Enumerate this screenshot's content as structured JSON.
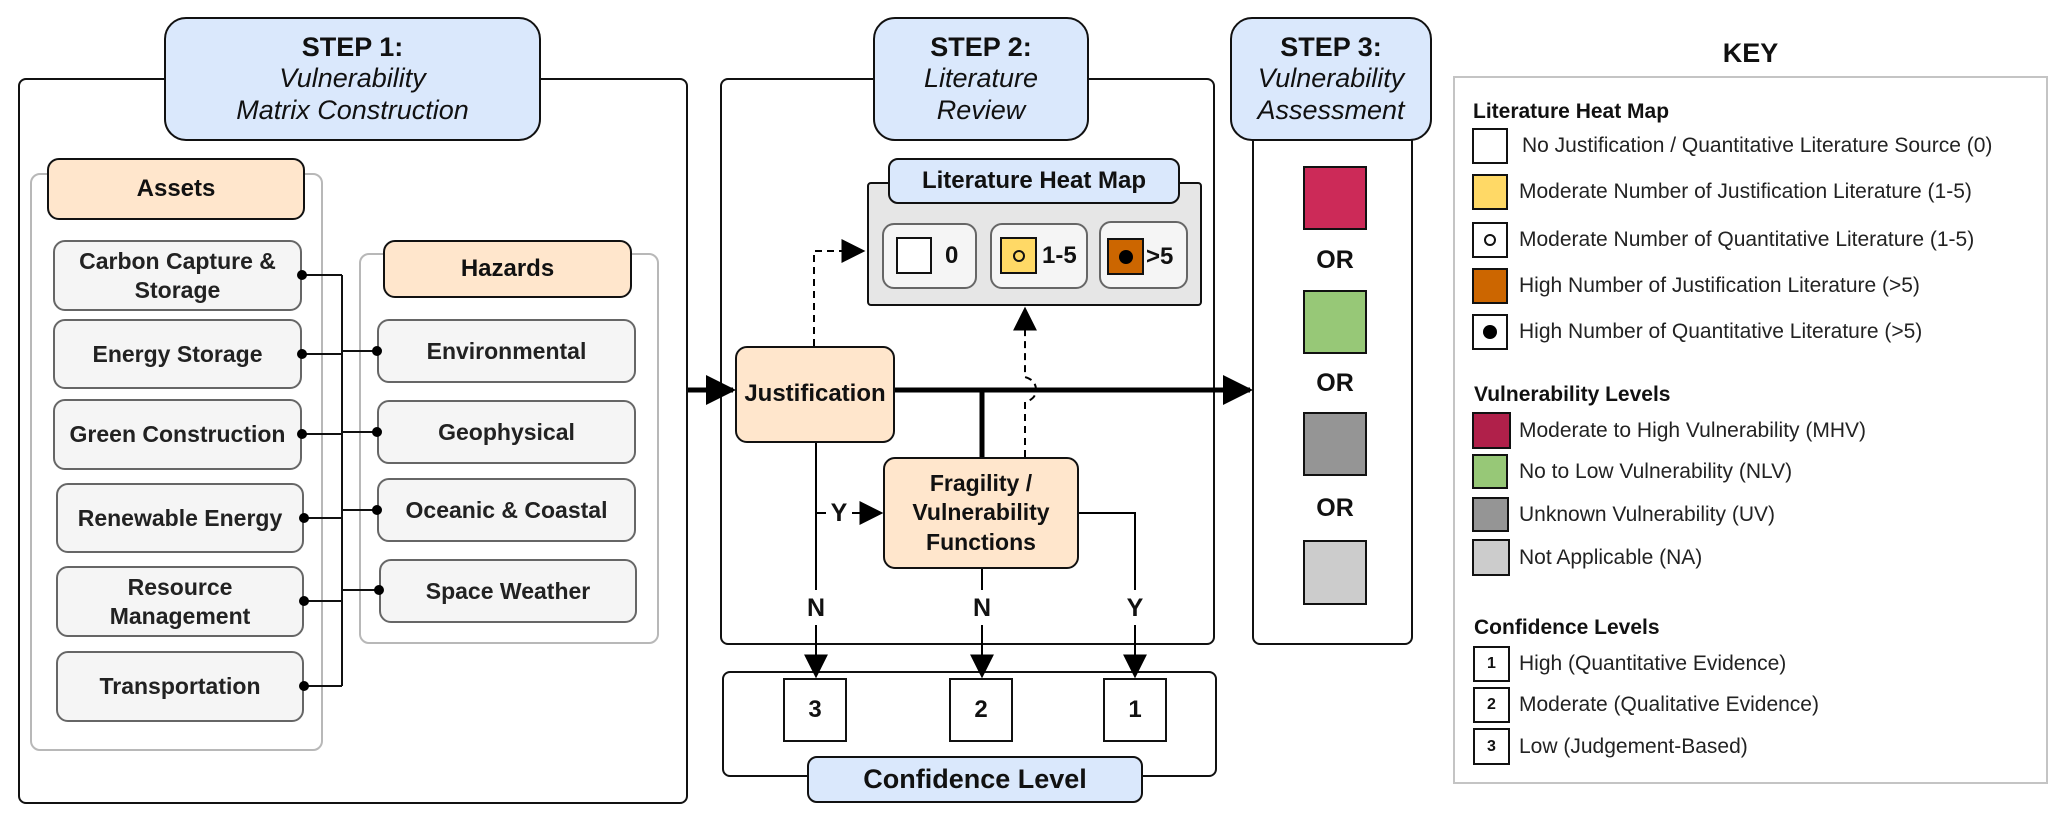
{
  "step1": {
    "number": "STEP 1:",
    "title_line1": "Vulnerability",
    "title_line2": "Matrix Construction",
    "assets": {
      "header": "Assets",
      "items": [
        "Carbon Capture & Storage",
        "Energy Storage",
        "Green Construction",
        "Renewable Energy",
        "Resource Management",
        "Transportation"
      ]
    },
    "hazards": {
      "header": "Hazards",
      "items": [
        "Environmental",
        "Geophysical",
        "Oceanic & Coastal",
        "Space Weather"
      ]
    }
  },
  "step2": {
    "number": "STEP 2:",
    "title_line1": "Literature",
    "title_line2": "Review",
    "heat_map": {
      "header": "Literature Heat Map",
      "cells": [
        {
          "label": "0",
          "fill": "#ffffff",
          "marker": "none"
        },
        {
          "label": "1-5",
          "fill": "#ffd966",
          "marker": "open-circle"
        },
        {
          "label": ">5",
          "fill": "#cc6600",
          "marker": "filled-circle"
        }
      ]
    },
    "justification": "Justification",
    "fragility_line1": "Fragility /",
    "fragility_line2": "Vulnerability",
    "fragility_line3": "Functions",
    "branch_labels": {
      "justification_yes": "Y",
      "justification_no": "N",
      "fragility_no": "N",
      "fragility_yes": "Y"
    }
  },
  "confidence": {
    "header": "Confidence Level",
    "boxes": [
      "3",
      "2",
      "1"
    ]
  },
  "step3": {
    "number": "STEP 3:",
    "title_line1": "Vulnerability",
    "title_line2": "Assessment",
    "outcomes": [
      {
        "code": "MHV",
        "color": "#cc2a58"
      },
      {
        "code": "NLV",
        "color": "#97c877"
      },
      {
        "code": "UV",
        "color": "#959595"
      },
      {
        "code": "NA",
        "color": "#cccccc"
      }
    ],
    "separator": "OR"
  },
  "key": {
    "title": "KEY",
    "heat_map": {
      "heading": "Literature Heat Map",
      "items": [
        {
          "text": "No Justification / Quantitative Literature Source (0)",
          "fill": "#ffffff",
          "marker": "none"
        },
        {
          "text": "Moderate Number of Justification Literature (1-5)",
          "fill": "#ffd966",
          "marker": "none"
        },
        {
          "text": "Moderate Number of Quantitative Literature (1-5)",
          "fill": "#ffffff",
          "marker": "open-circle"
        },
        {
          "text": "High Number of Justification Literature (>5)",
          "fill": "#cc6600",
          "marker": "none"
        },
        {
          "text": "High Number of Quantitative Literature (>5)",
          "fill": "#ffffff",
          "marker": "filled-circle"
        }
      ]
    },
    "vulnerability": {
      "heading": "Vulnerability Levels",
      "items": [
        {
          "text": "Moderate to High Vulnerability (MHV)",
          "fill": "#b0204a"
        },
        {
          "text": "No to Low Vulnerability (NLV)",
          "fill": "#97c877"
        },
        {
          "text": "Unknown Vulnerability (UV)",
          "fill": "#959595"
        },
        {
          "text": "Not Applicable (NA)",
          "fill": "#cccccc"
        }
      ]
    },
    "confidence": {
      "heading": "Confidence Levels",
      "items": [
        {
          "num": "1",
          "text": "High (Quantitative Evidence)"
        },
        {
          "num": "2",
          "text": "Moderate (Qualitative Evidence)"
        },
        {
          "num": "3",
          "text": "Low (Judgement-Based)"
        }
      ]
    }
  }
}
